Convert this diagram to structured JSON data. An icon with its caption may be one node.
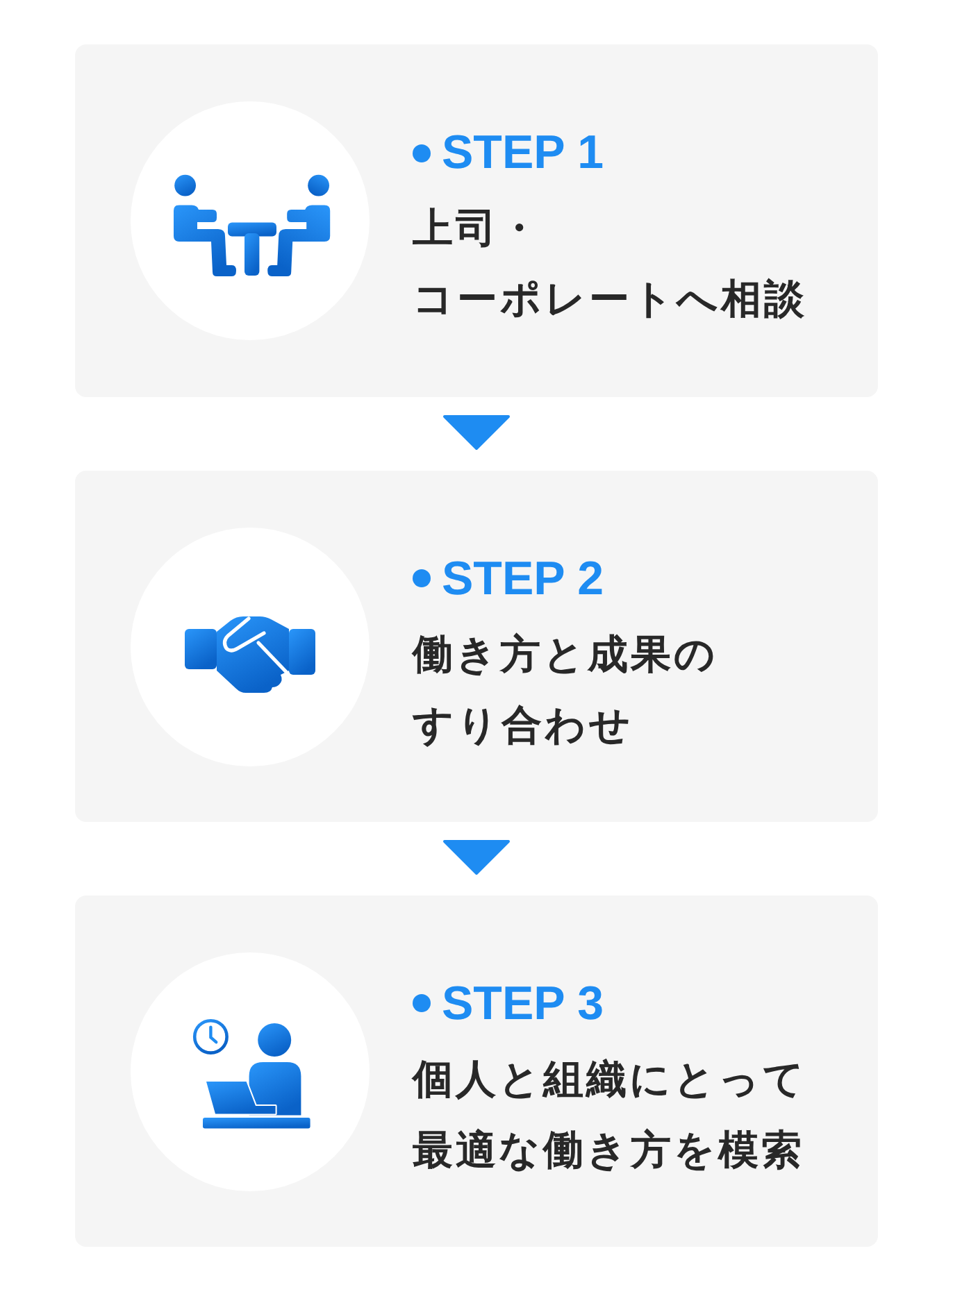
{
  "diagram": {
    "nodes": [
      {
        "text": [
          "STEP 1",
          "上司・コーポレートへ相談"
        ]
      },
      {
        "text": [
          "STEP 2",
          "働き方と成果のすり合わせ"
        ]
      },
      {
        "text": [
          "STEP 3",
          "個人と組織にとって最適な働き方を模索"
        ]
      }
    ],
    "edges": [
      {
        "from": 0,
        "to": 1,
        "arrow": "to"
      },
      {
        "from": 1,
        "to": 2,
        "arrow": "to"
      }
    ]
  }
}
